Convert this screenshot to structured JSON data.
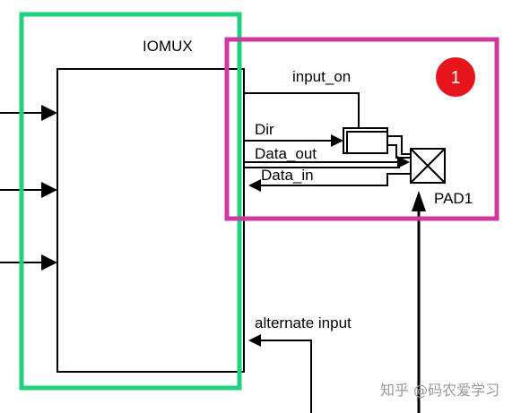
{
  "diagram": {
    "iomux_label": "IOMUX",
    "signals": {
      "input_on": "input_on",
      "dir": "Dir",
      "data_out": "Data_out",
      "data_in": "Data_in",
      "alternate_input": "alternate input"
    },
    "pad_label": "PAD1",
    "callout_number": "1",
    "colors": {
      "green_highlight": "#21d07e",
      "magenta_highlight": "#cc3aa0",
      "callout_circle": "#e8141b",
      "line": "#000000"
    }
  },
  "watermark": {
    "text": "知乎 @码农爱学习"
  }
}
